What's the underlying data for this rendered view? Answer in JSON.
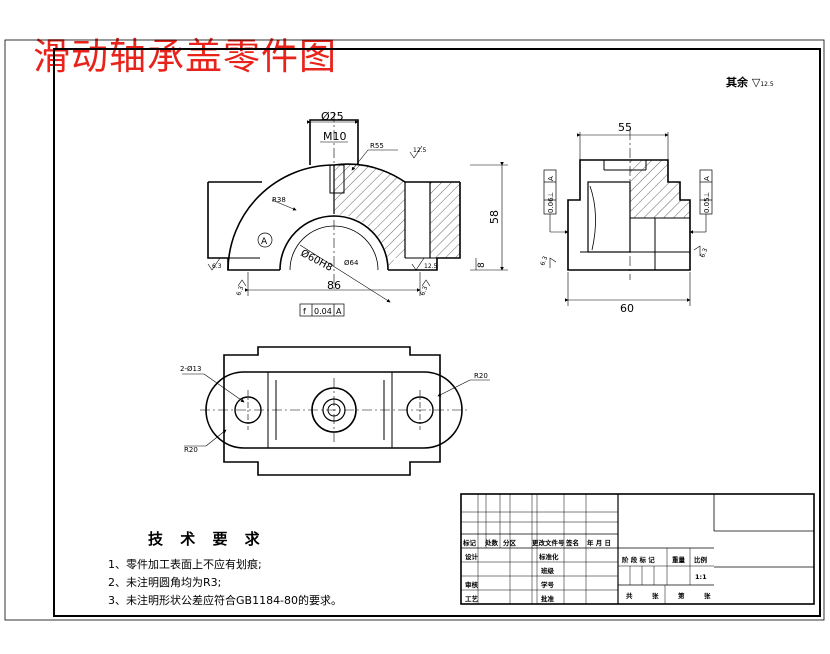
{
  "title": "滑动轴承盖零件图",
  "roughness_note": "其余",
  "roughness_note_value": "12.5",
  "front_view": {
    "dims": {
      "top_width": "Ø25",
      "thread": "M10",
      "overall_width": "86",
      "height": "58",
      "bottom_step": "8",
      "bore": "Ø60H8",
      "arc_dia": "Ø64",
      "radius_outer": "R55",
      "radius_inner": "R38"
    },
    "roughness": [
      "12.5",
      "6.3",
      "12.5",
      "6.3",
      "6.3"
    ],
    "datum": "A",
    "tolerance_frame": [
      "f",
      "0.04",
      "A"
    ]
  },
  "side_view": {
    "dims": {
      "top": "55",
      "bottom": "60"
    },
    "frame_left": [
      "⊥",
      "0.06",
      "A"
    ],
    "frame_right": [
      "⊥",
      "0.05",
      "A"
    ],
    "roughness": [
      "6.3",
      "6.3"
    ]
  },
  "top_view": {
    "labels": {
      "holes": "2-Ø13",
      "radius_right": "R20",
      "radius_left": "R20"
    }
  },
  "requirements": {
    "heading": "技 术 要 求",
    "items": [
      "1、零件加工表面上不应有划痕;",
      "2、未注明圆角均为R3;",
      "3、未注明形状公差应符合GB1184-80的要求。"
    ]
  },
  "title_block": {
    "row_labels": [
      "标记",
      "处数",
      "分区",
      "更改文件号",
      "签名",
      "年 月 日"
    ],
    "design": "设计",
    "standardize": "标准化",
    "review": "审核",
    "process": "工艺",
    "check": "批准",
    "sig_row2": "班级",
    "sig_row3": "学号",
    "stage_labels": [
      "阶 段 标 记",
      "重量",
      "比例"
    ],
    "scale": "1:1",
    "sheets": [
      "共",
      "张",
      "第",
      "张"
    ]
  }
}
